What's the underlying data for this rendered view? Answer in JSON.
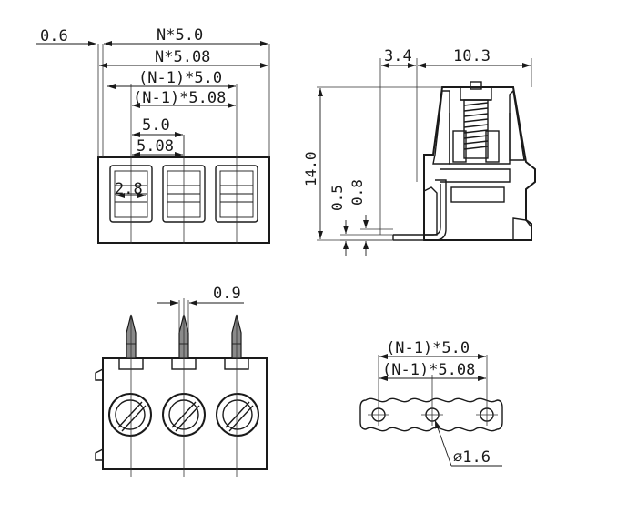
{
  "dimensions": {
    "edge_offset": "0.6",
    "total_width_50": "N*5.0",
    "total_width_508": "N*5.08",
    "pitch_span_50": "(N-1)*5.0",
    "pitch_span_508": "(N-1)*5.08",
    "pitch_50": "5.0",
    "pitch_508": "5.08",
    "opening_width": "2.8",
    "pin_offset": "3.4",
    "depth": "10.3",
    "height": "14.0",
    "pin_thickness": "0.5",
    "pin_width": "0.8",
    "pin_pitch_offset": "0.9",
    "bottom_span_50": "(N-1)*5.0",
    "bottom_span_508": "(N-1)*5.08",
    "hole_diameter": "∅1.6"
  },
  "colors": {
    "line": "#1a1a1a",
    "fill": "#8a8a8a"
  }
}
